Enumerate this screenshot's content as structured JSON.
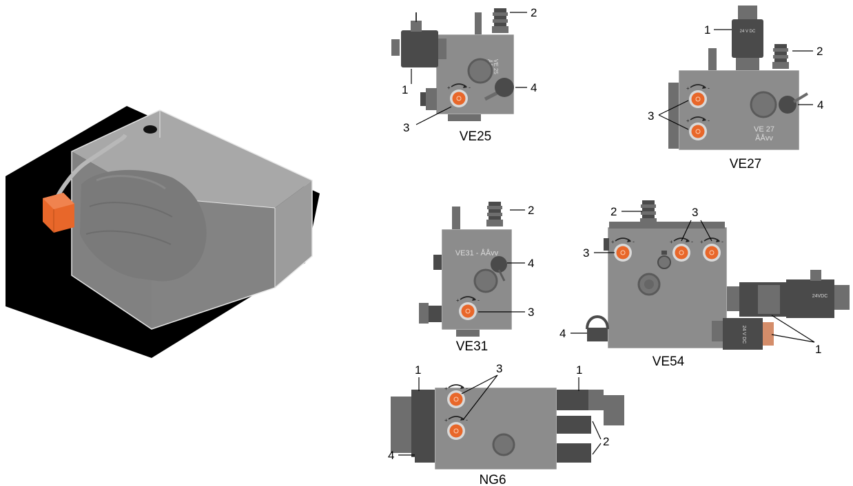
{
  "colors": {
    "block": "#8c8c8c",
    "dark_part": "#6e6e6e",
    "adjuster": "#e8672a",
    "base": "#000000",
    "tank": "#9a9a9a"
  },
  "icons": [
    "adjuster-screw-icon",
    "pressure-gauge-icon",
    "solenoid-coil-icon",
    "hose-connector-icon",
    "rotate-arrow-icon"
  ],
  "units": {
    "ve25": {
      "caption": "VE25",
      "block_text": "VE 25\nÅÅvv",
      "callouts": [
        "1",
        "2",
        "3",
        "4"
      ]
    },
    "ve27": {
      "caption": "VE27",
      "block_text_1": "VE 27",
      "block_text_2": "ÅÅvv",
      "coil_text": "24 V DC",
      "callouts": [
        "1",
        "2",
        "3",
        "4"
      ]
    },
    "ve31": {
      "caption": "VE31",
      "block_text": "VE31 - ÅÅvv",
      "callouts": [
        "2",
        "3",
        "4"
      ]
    },
    "ve54": {
      "caption": "VE54",
      "coil_text_1": "24VDC",
      "coil_text_2": "24 V DC",
      "callouts": [
        "1",
        "2",
        "3",
        "3",
        "4"
      ]
    },
    "ng6": {
      "caption": "NG6",
      "callouts": [
        "1",
        "1",
        "2",
        "3",
        "4"
      ]
    }
  }
}
